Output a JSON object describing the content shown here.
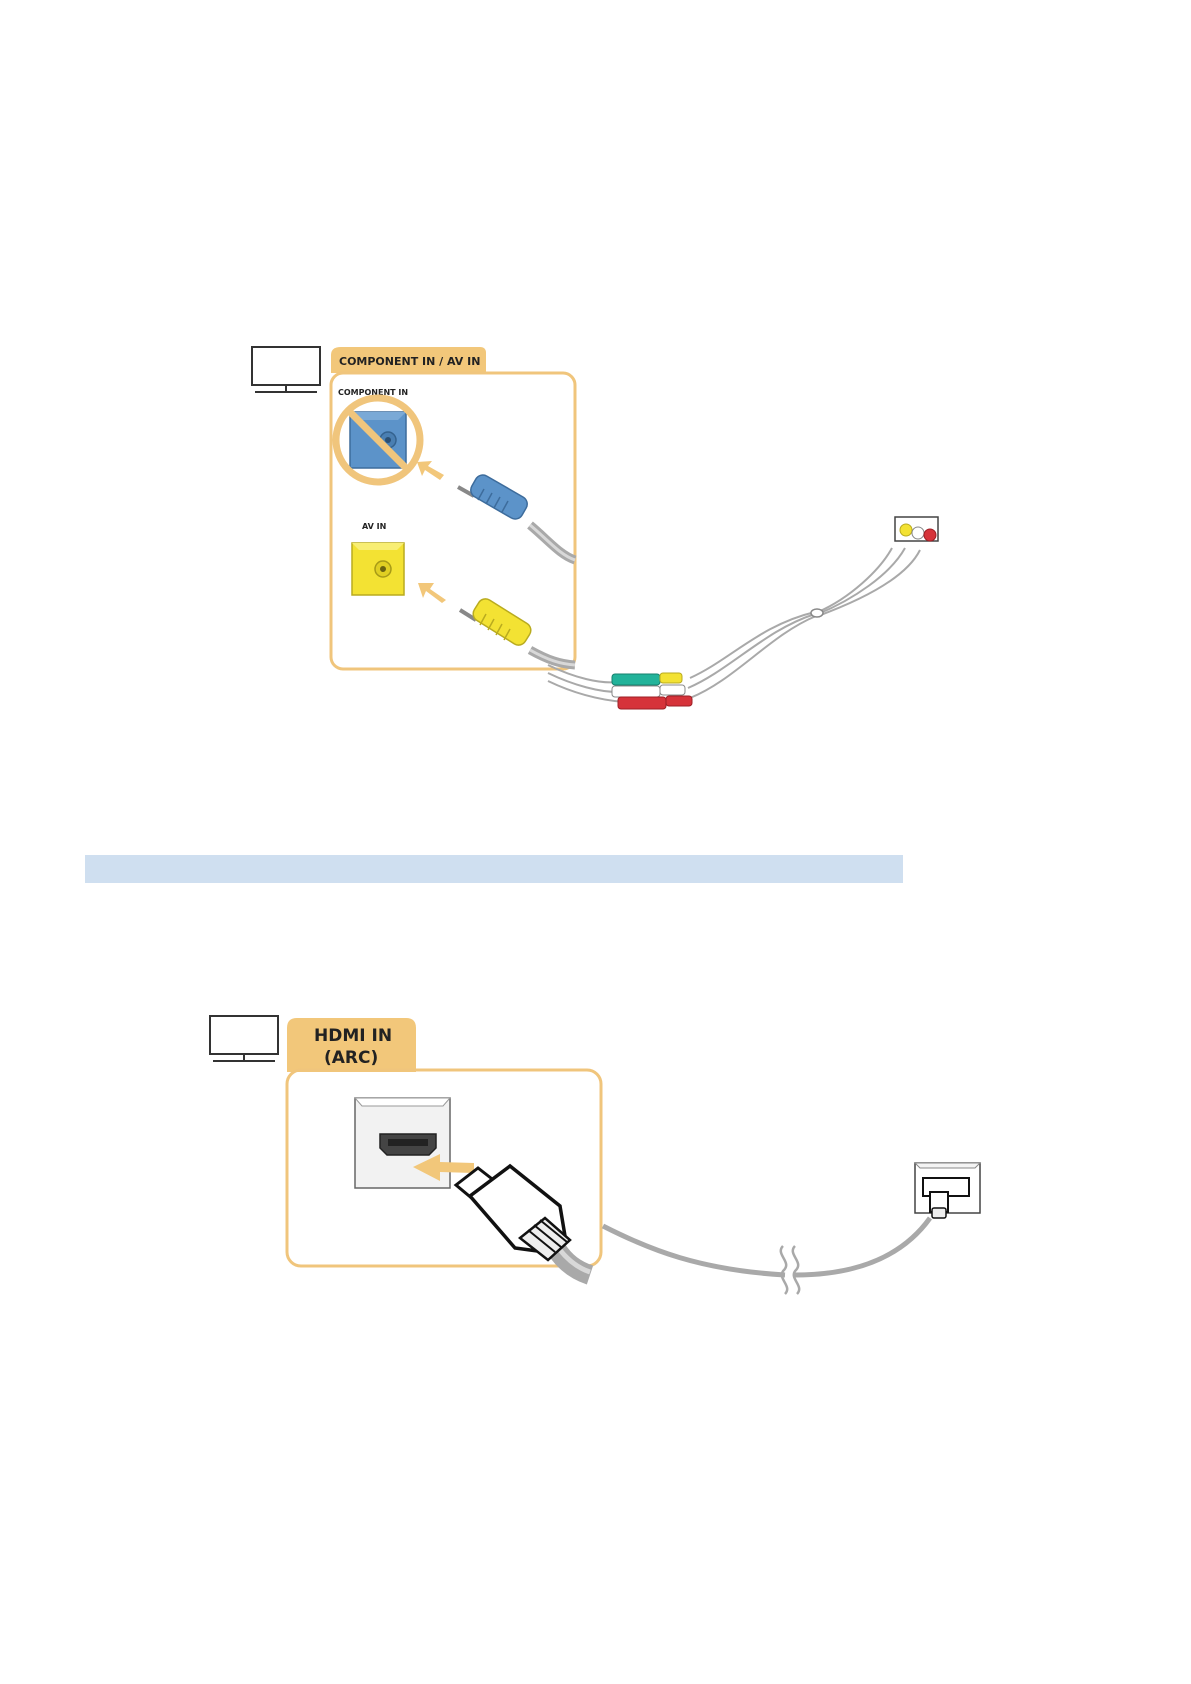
{
  "colors": {
    "tab_fill": "#f2c77a",
    "panel_border": "#f0c57c",
    "section_bar": "#cfdff0",
    "blue_port": "#5c93c9",
    "yellow_port": "#f3e233",
    "cable_gray": "#a9a9a9",
    "plug_green": "#22b39a",
    "plug_red": "#d6333a",
    "plug_white": "#ffffff",
    "plug_yellow": "#f3e233",
    "plug_blue": "#5c93c9"
  },
  "diagram1": {
    "tab_label": "COMPONENT IN / AV IN",
    "component_label": "COMPONENT IN",
    "av_label": "AV IN",
    "icons": [
      "tv-icon",
      "prohibited-icon",
      "arrow-icon"
    ]
  },
  "diagram2": {
    "tab_label_line1": "HDMI IN",
    "tab_label_line2": "(ARC)",
    "icons": [
      "tv-icon",
      "arrow-icon",
      "cable-break-icon"
    ]
  }
}
